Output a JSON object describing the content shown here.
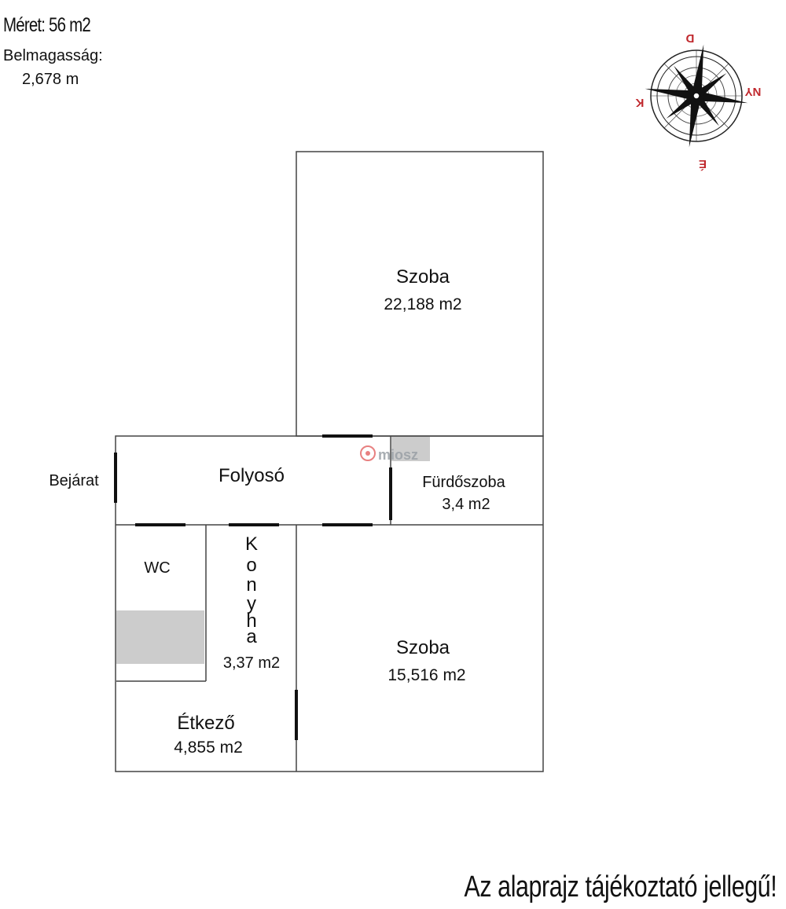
{
  "header": {
    "size": "Méret: 56 m2",
    "ceiling_height_label": "Belmagasság:",
    "ceiling_height_value": "2,678 m"
  },
  "compass": {
    "north": "D",
    "east": "NY",
    "south": "É",
    "west": "K",
    "accent_color": "#c0282d"
  },
  "rooms": {
    "room_large": {
      "name": "Szoba",
      "area": "22,188 m2"
    },
    "hallway": {
      "name": "Folyosó"
    },
    "bathroom": {
      "name": "Fürdőszoba",
      "area": "3,4 m2"
    },
    "wc": {
      "name": "WC"
    },
    "kitchen": {
      "name_letters": [
        "K",
        "o",
        "n",
        "y",
        "h",
        "a"
      ],
      "area": "3,37 m2"
    },
    "room_small": {
      "name": "Szoba",
      "area": "15,516 m2"
    },
    "dining": {
      "name": "Étkező",
      "area": "4,855 m2"
    }
  },
  "entrance_label": "Bejárat",
  "watermark": "miosz",
  "disclaimer": "Az alaprajz tájékoztató jellegű!",
  "colors": {
    "wall": "#444444",
    "door": "#111111",
    "fixture_fill": "#cccccc"
  }
}
